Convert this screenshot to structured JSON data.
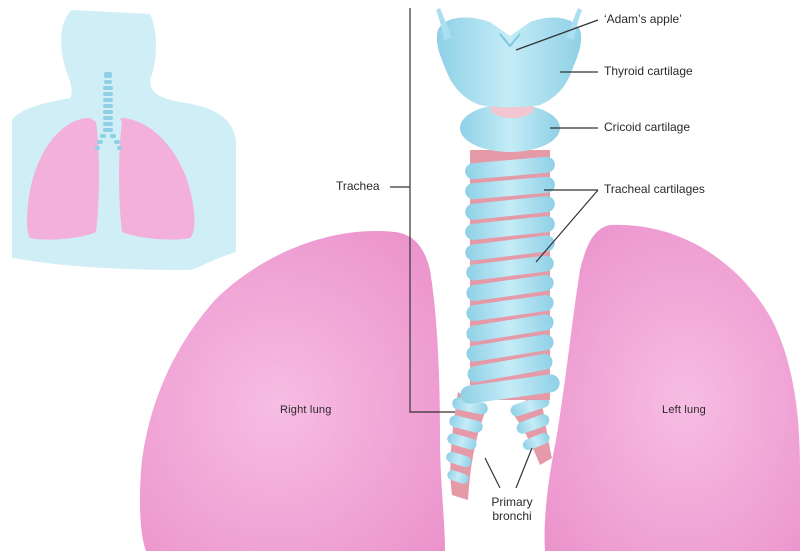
{
  "labels": {
    "adams_apple": "‘Adam’s apple’",
    "thyroid": "Thyroid cartilage",
    "cricoid": "Cricoid cartilage",
    "tracheal": "Tracheal cartilages",
    "trachea": "Trachea",
    "right_lung": "Right lung",
    "left_lung": "Left lung",
    "bronchi_line1": "Primary",
    "bronchi_line2": "bronchi"
  },
  "colors": {
    "lung": "#f4a6d6",
    "lung_dark": "#e98cc4",
    "cartilage": "#a9dff0",
    "cartilage_dark": "#7fc7df",
    "cartilage_gap": "#e59aa8",
    "silhouette": "#cfeef6",
    "leader": "#333333"
  }
}
